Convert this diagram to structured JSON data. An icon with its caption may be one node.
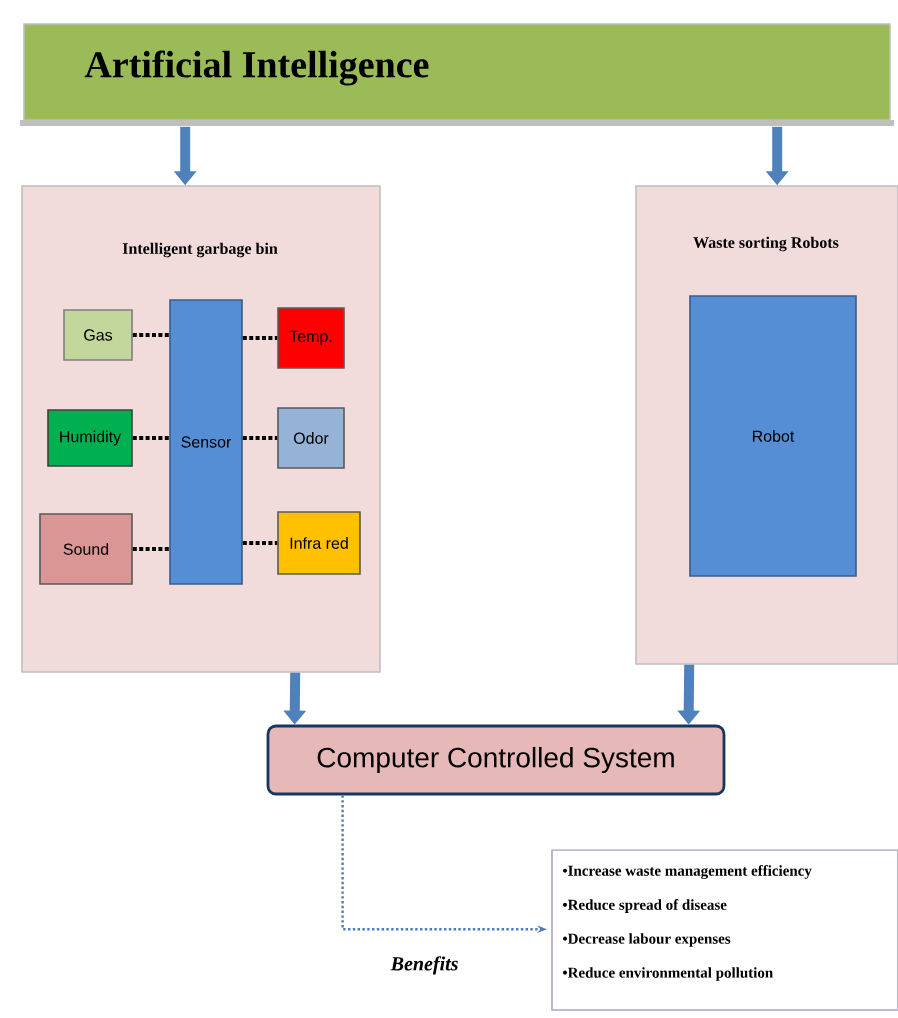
{
  "diagram": {
    "nodes": [
      {
        "text": [
          "Artificial Intelligence"
        ]
      },
      {
        "text": [
          "Intelligent garbage bin"
        ]
      },
      {
        "text": [
          "Gas"
        ],
        "in": 1
      },
      {
        "text": [
          "Humidity"
        ],
        "in": 1
      },
      {
        "text": [
          "Sound"
        ],
        "in": 1
      },
      {
        "text": [
          "Sensor"
        ],
        "in": 1
      },
      {
        "text": [
          "Temp."
        ],
        "in": 1
      },
      {
        "text": [
          "Odor"
        ],
        "in": 1
      },
      {
        "text": [
          "Infra red"
        ],
        "in": 1
      },
      {
        "text": [
          "Waste sorting Robots"
        ]
      },
      {
        "text": [
          "Robot"
        ],
        "in": 9
      },
      {
        "text": [
          "Computer Controlled System"
        ]
      },
      {
        "text": [
          "•Increase waste management efficiency",
          "•Reduce spread of disease",
          "•Decrease  labour expenses",
          "•Reduce environmental pollution"
        ]
      }
    ],
    "edges": [
      {
        "from": 0,
        "to": 1,
        "arrow": "to",
        "style": "thick",
        "color": "#4f81bd"
      },
      {
        "from": 0,
        "to": 9,
        "arrow": "to",
        "style": "thick",
        "color": "#4f81bd"
      },
      {
        "from": 2,
        "to": 5,
        "arrow": "none",
        "style": "dashed"
      },
      {
        "from": 3,
        "to": 5,
        "arrow": "none",
        "style": "dashed"
      },
      {
        "from": 4,
        "to": 5,
        "arrow": "none",
        "style": "dashed"
      },
      {
        "from": 5,
        "to": 6,
        "arrow": "none",
        "style": "dashed"
      },
      {
        "from": 5,
        "to": 7,
        "arrow": "none",
        "style": "dashed"
      },
      {
        "from": 5,
        "to": 8,
        "arrow": "none",
        "style": "dashed"
      },
      {
        "from": 1,
        "to": 11,
        "arrow": "to",
        "style": "thick",
        "color": "#4f81bd"
      },
      {
        "from": 9,
        "to": 11,
        "arrow": "to",
        "style": "thick",
        "color": "#4f81bd"
      },
      {
        "from": 11,
        "to": 12,
        "arrow": "to",
        "style": "dashed",
        "color": "#4a7ebb",
        "label": "Benefits"
      }
    ]
  }
}
